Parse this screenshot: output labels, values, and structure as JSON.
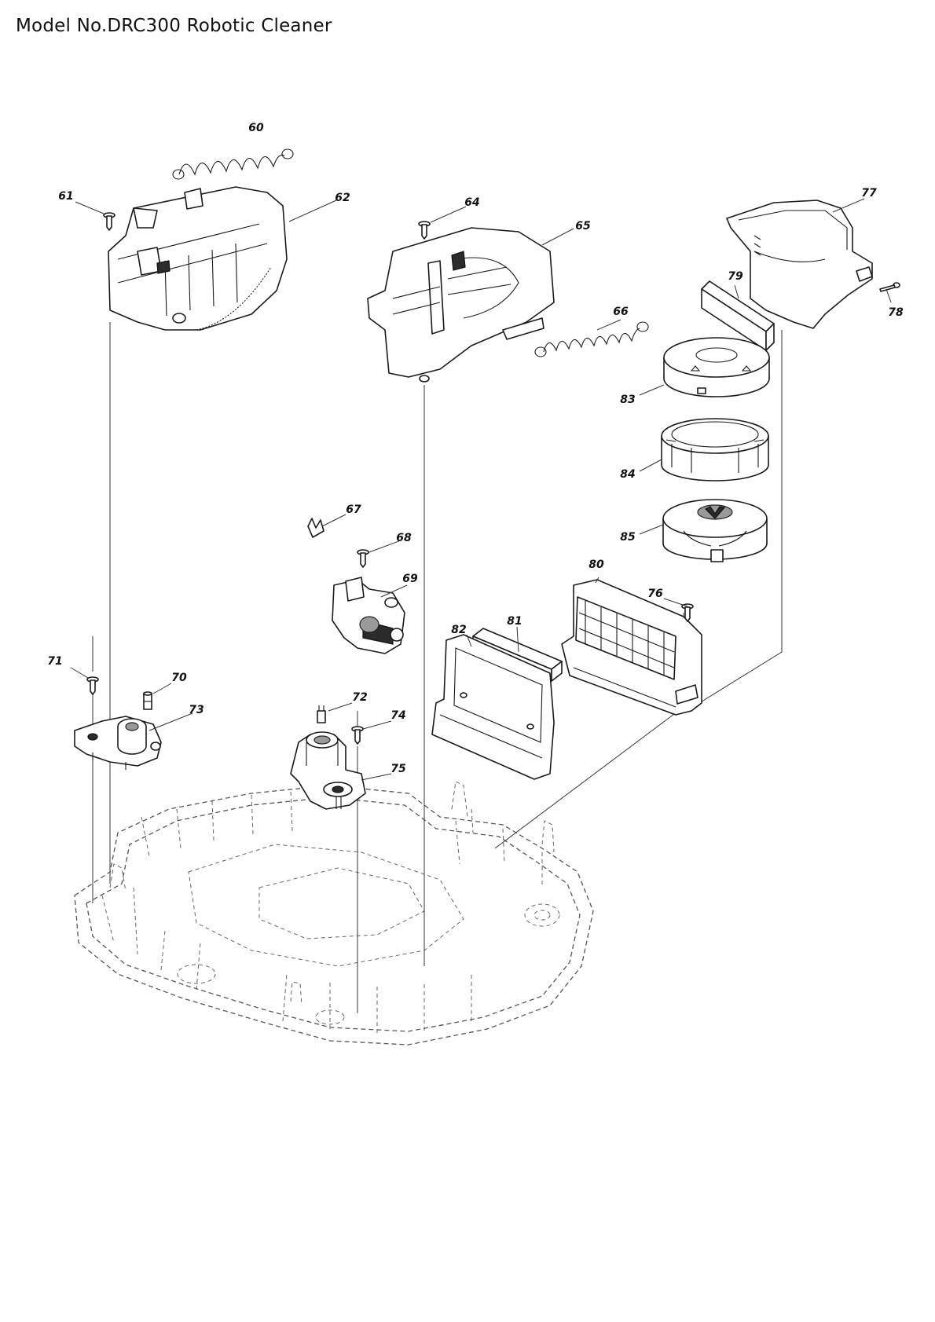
{
  "title": "Model No.DRC300 Robotic Cleaner",
  "callouts": [
    "60",
    "61",
    "62",
    "64",
    "65",
    "66",
    "77",
    "79",
    "78",
    "83",
    "84",
    "85",
    "67",
    "68",
    "69",
    "80",
    "76",
    "81",
    "82",
    "71",
    "70",
    "73",
    "72",
    "74",
    "75"
  ]
}
